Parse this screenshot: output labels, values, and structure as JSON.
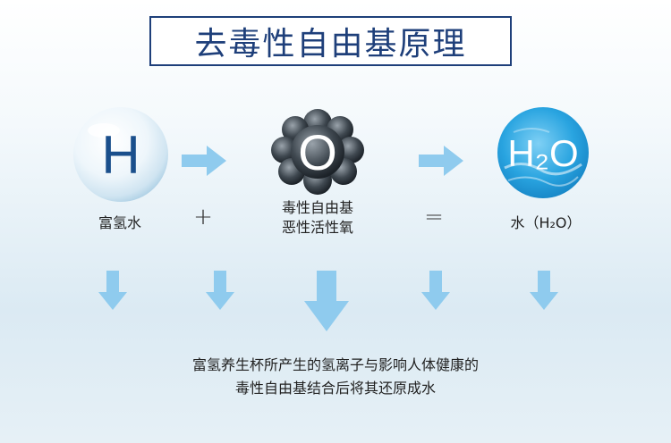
{
  "title": "去毒性自由基原理",
  "items": [
    {
      "symbol": "H",
      "label_lines": [
        "富氢水"
      ]
    },
    {
      "symbol": "O",
      "label_lines": [
        "毒性自由基",
        "恶性活性氧"
      ]
    },
    {
      "symbol": "H₂O",
      "label_lines": [
        "水（H₂O）"
      ]
    }
  ],
  "operators": {
    "plus": "+",
    "equals": "="
  },
  "bottom_lines": [
    "富氢养生杯所产生的氢离子与影响人体健康的",
    "毒性自由基结合后将其还原成水"
  ],
  "colors": {
    "title": "#1e3f7a",
    "arrow": "#8fcbee",
    "h_letter": "#1a4f8c",
    "water_blue": "#29a4e0"
  }
}
